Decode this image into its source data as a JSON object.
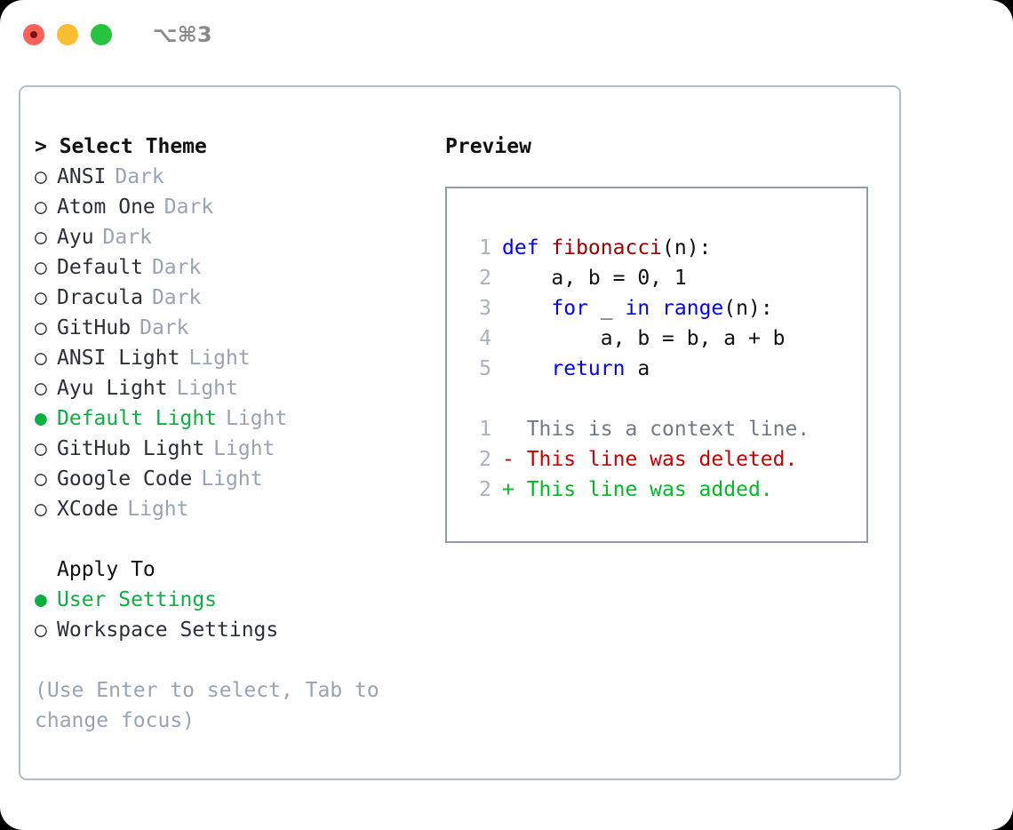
{
  "titlebar": {
    "shortcut": "⌥⌘3",
    "buttons": [
      {
        "name": "close",
        "color": "#fb6159"
      },
      {
        "name": "minimize",
        "color": "#fbbe31"
      },
      {
        "name": "zoom",
        "color": "#27c53f"
      }
    ]
  },
  "theme_selector": {
    "heading": "> Select Theme",
    "marker_unselected": "○",
    "marker_selected": "●",
    "items": [
      {
        "label": "ANSI",
        "tag": "Dark",
        "selected": false
      },
      {
        "label": "Atom One",
        "tag": "Dark",
        "selected": false
      },
      {
        "label": "Ayu",
        "tag": "Dark",
        "selected": false
      },
      {
        "label": "Default",
        "tag": "Dark",
        "selected": false
      },
      {
        "label": "Dracula",
        "tag": "Dark",
        "selected": false
      },
      {
        "label": "GitHub",
        "tag": "Dark",
        "selected": false
      },
      {
        "label": "ANSI Light",
        "tag": "Light",
        "selected": false
      },
      {
        "label": "Ayu Light",
        "tag": "Light",
        "selected": false
      },
      {
        "label": "Default Light",
        "tag": "Light",
        "selected": true
      },
      {
        "label": "GitHub Light",
        "tag": "Light",
        "selected": false
      },
      {
        "label": "Google Code",
        "tag": "Light",
        "selected": false
      },
      {
        "label": "XCode",
        "tag": "Light",
        "selected": false
      }
    ]
  },
  "apply_to": {
    "heading": "Apply To",
    "items": [
      {
        "label": "User Settings",
        "selected": true
      },
      {
        "label": "Workspace Settings",
        "selected": false
      }
    ]
  },
  "hint": "(Use Enter to select, Tab to change focus)",
  "preview": {
    "title": "Preview",
    "code_lines": [
      {
        "number": "1",
        "tokens": [
          {
            "text": "def ",
            "kind": "kw"
          },
          {
            "text": "fibonacci",
            "kind": "fn"
          },
          {
            "text": "(n):",
            "kind": "txt"
          }
        ]
      },
      {
        "number": "2",
        "tokens": [
          {
            "text": "    a, b = 0, 1",
            "kind": "txt"
          }
        ]
      },
      {
        "number": "3",
        "tokens": [
          {
            "text": "    ",
            "kind": "txt"
          },
          {
            "text": "for",
            "kind": "kw"
          },
          {
            "text": " _ ",
            "kind": "txt"
          },
          {
            "text": "in",
            "kind": "kw"
          },
          {
            "text": " ",
            "kind": "txt"
          },
          {
            "text": "range",
            "kind": "kw"
          },
          {
            "text": "(n):",
            "kind": "txt"
          }
        ]
      },
      {
        "number": "4",
        "tokens": [
          {
            "text": "        a, b = b, a + b",
            "kind": "txt"
          }
        ]
      },
      {
        "number": "5",
        "tokens": [
          {
            "text": "    ",
            "kind": "txt"
          },
          {
            "text": "return",
            "kind": "kw"
          },
          {
            "text": " a",
            "kind": "txt"
          }
        ]
      }
    ],
    "diff_lines": [
      {
        "number": "1",
        "text": "  This is a context line.",
        "kind": "ctx"
      },
      {
        "number": "2",
        "text": "- This line was deleted.",
        "kind": "del"
      },
      {
        "number": "2",
        "text": "+ This line was added.",
        "kind": "add"
      }
    ]
  },
  "colors": {
    "accent_green": "#0bb13f",
    "muted": "#98a3b3",
    "keyword": "#0000ff",
    "function": "#a00000",
    "deleted": "#cc0000",
    "added": "#00bb22",
    "panel_border": "#b3bcc9",
    "preview_border": "#8f9bad"
  }
}
